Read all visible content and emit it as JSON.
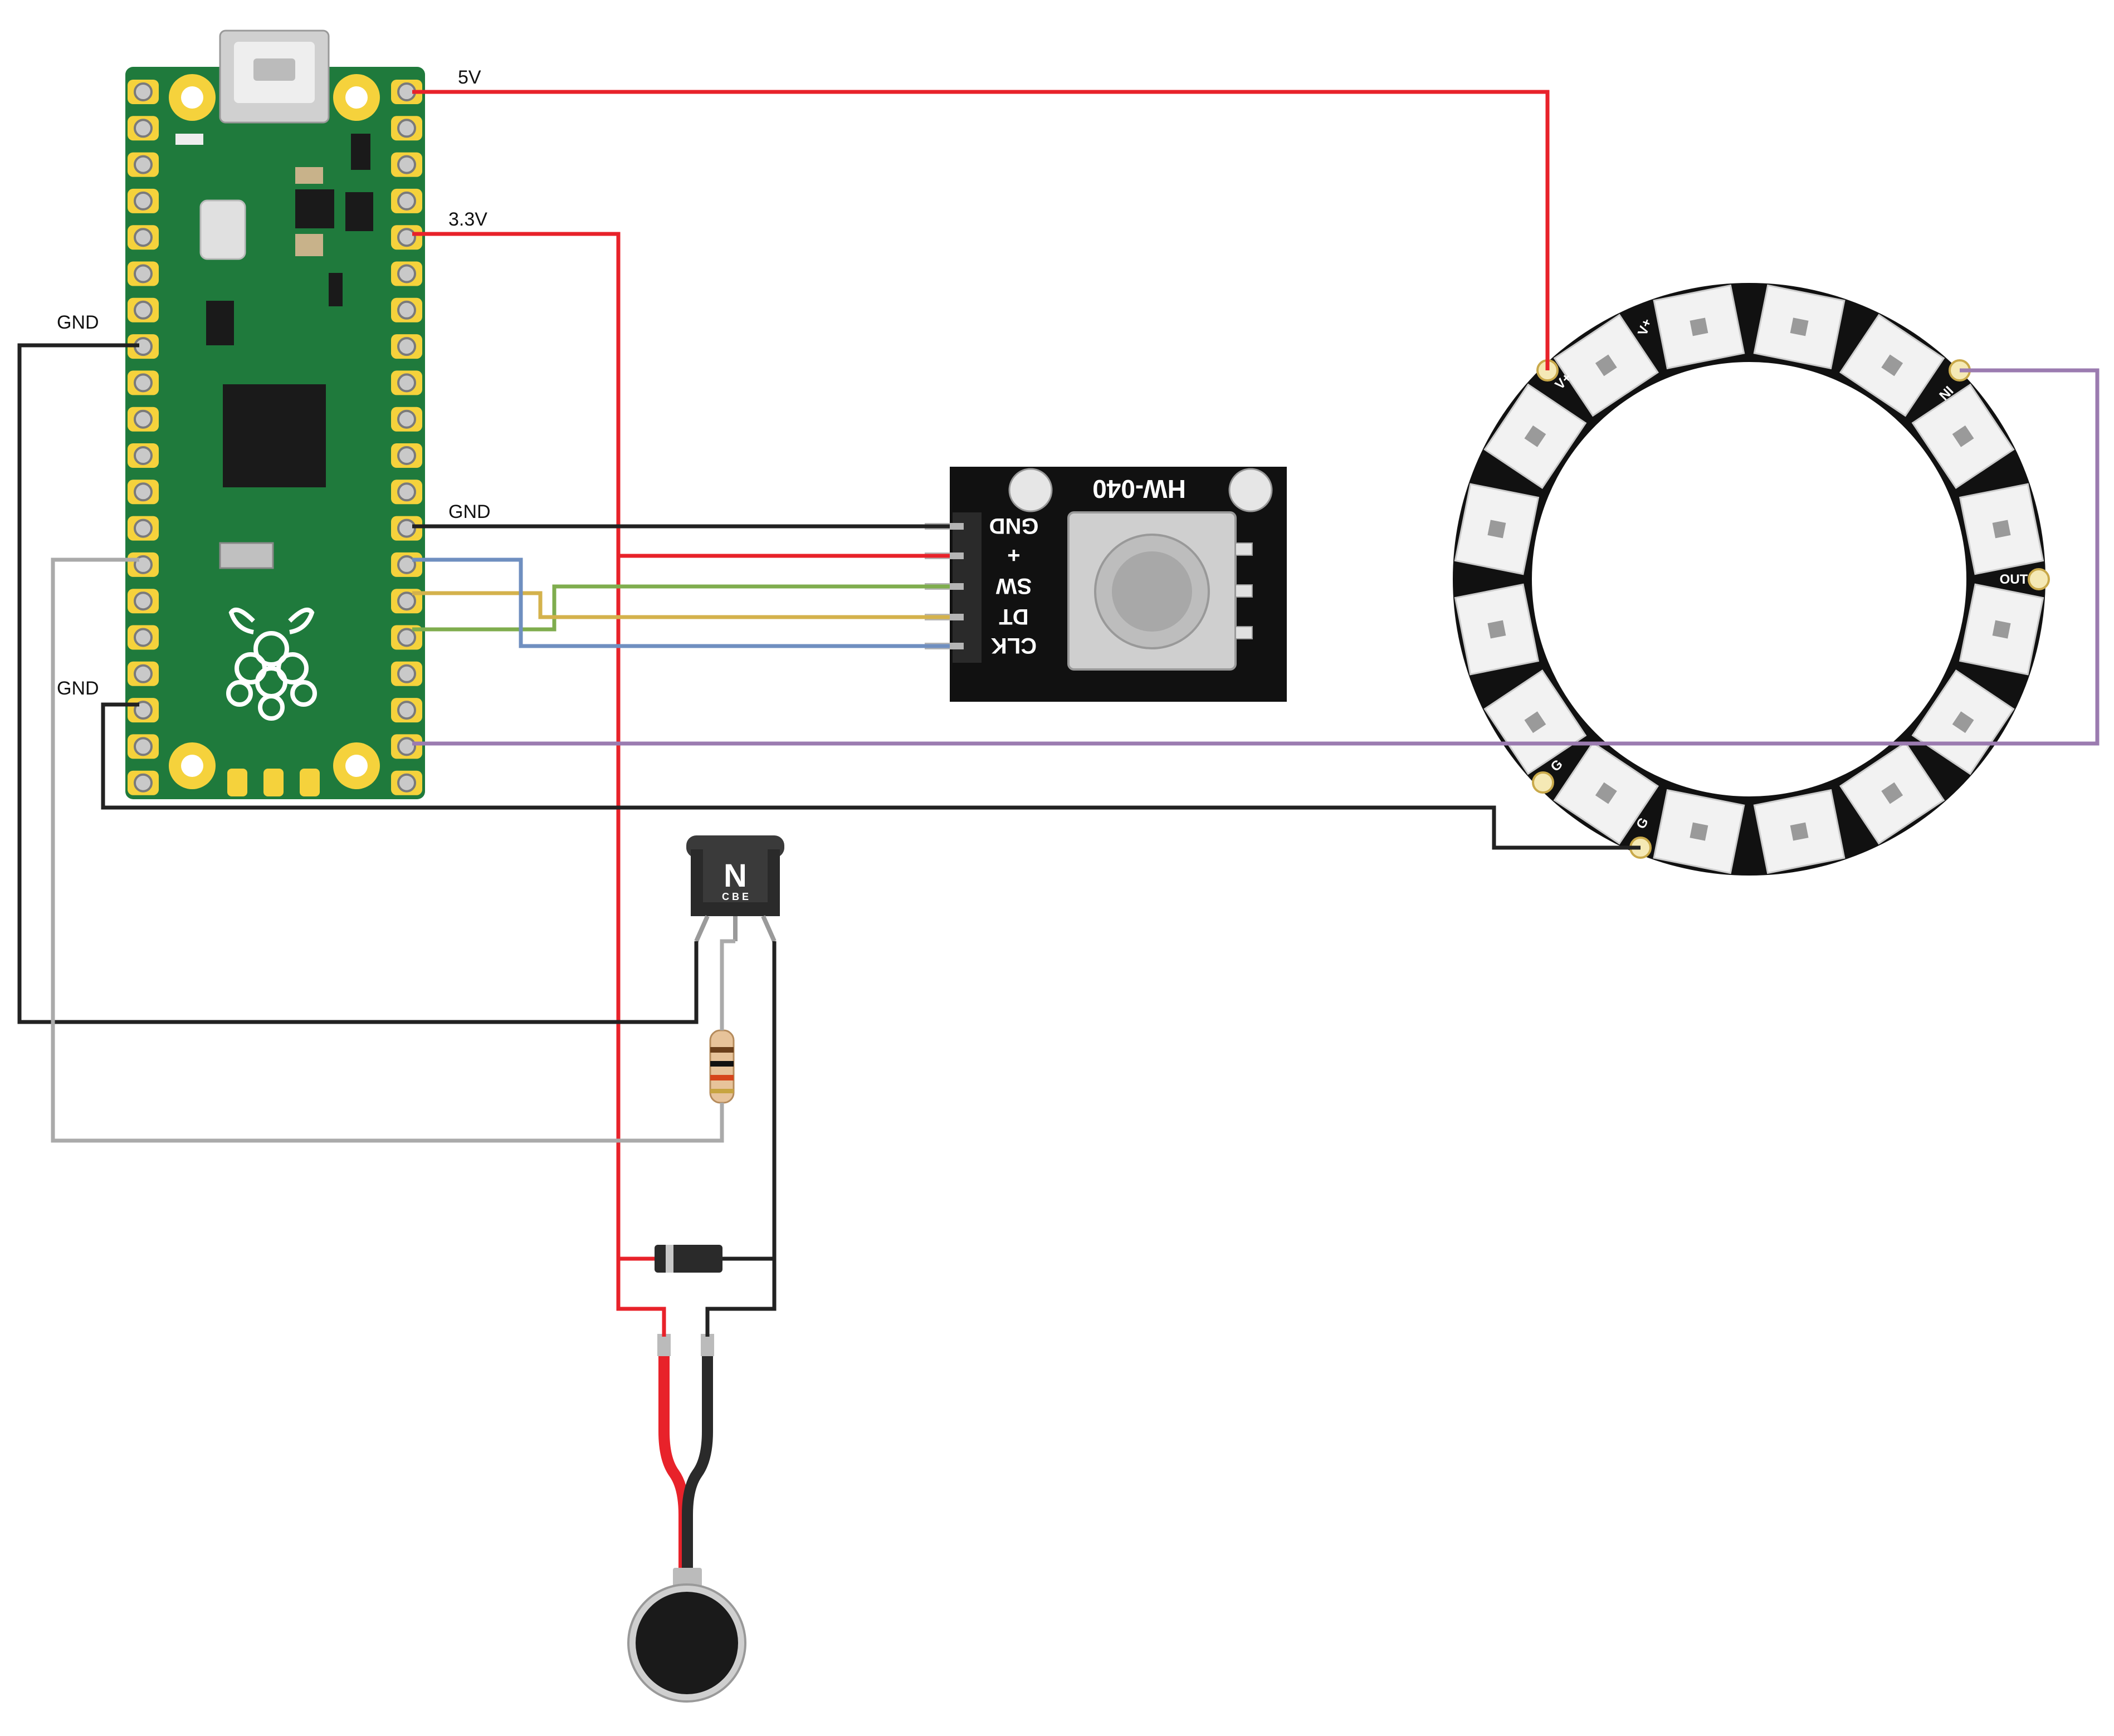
{
  "labels": {
    "v5": "5V",
    "v33": "3.3V",
    "gnd_left_upper": "GND",
    "gnd_left_lower": "GND",
    "gnd_encoder": "GND"
  },
  "encoder": {
    "model": "HW-040",
    "pins": [
      "GND",
      "+",
      "SW",
      "DT",
      "CLK"
    ]
  },
  "transistor": {
    "type_letter": "N",
    "pin_letters": "C B E"
  },
  "neopixel_ring": {
    "led_count": 16,
    "pads": {
      "vplus_a": "V+",
      "vplus_b": "V+",
      "in": "IN",
      "out": "OUT",
      "g_a": "G",
      "g_b": "G"
    }
  },
  "colors": {
    "power_5v": "#e8222a",
    "power_3v3": "#e8222a",
    "ground": "#222222",
    "data_in": "#9b7bb0",
    "clk": "#6f8fc0",
    "dt": "#d4b24c",
    "sw": "#7fad4e",
    "base": "#aaaaaa",
    "pcb": "#1f7a3c",
    "pad": "#f5d23c"
  }
}
